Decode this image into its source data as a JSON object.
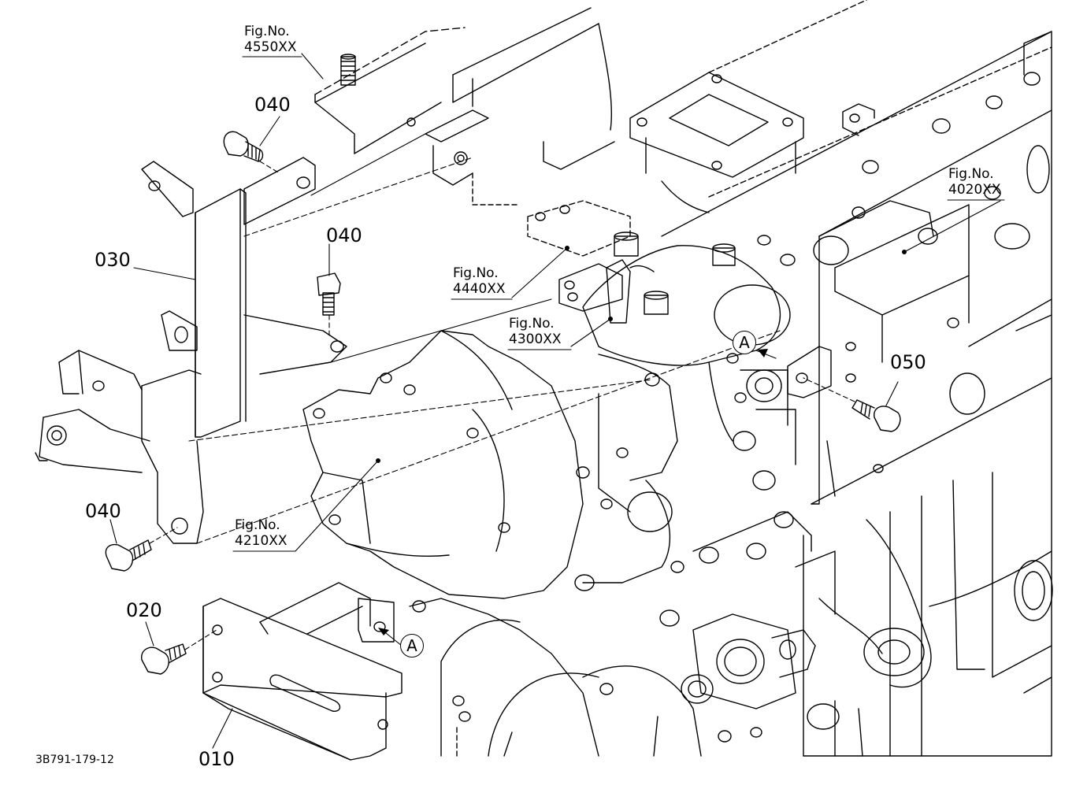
{
  "diagram": {
    "drawing_code": "3B791-179-12",
    "part_labels": {
      "p010": "010",
      "p020": "020",
      "p030": "030",
      "p040_top": "040",
      "p040_mid": "040",
      "p040_bottom": "040",
      "p050": "050"
    },
    "figure_refs": {
      "f4550": {
        "line1": "Fig.No.",
        "line2": "4550XX"
      },
      "f4440": {
        "line1": "Fig.No.",
        "line2": "4440XX"
      },
      "f4300": {
        "line1": "Fig.No.",
        "line2": "4300XX"
      },
      "f4210": {
        "line1": "Fig.No.",
        "line2": "4210XX"
      },
      "f4020": {
        "line1": "Fig.No.",
        "line2": "4020XX"
      }
    },
    "connector_refs": {
      "upper": "A",
      "lower": "A"
    },
    "colors": {
      "line": "#000000",
      "background": "#ffffff"
    }
  }
}
